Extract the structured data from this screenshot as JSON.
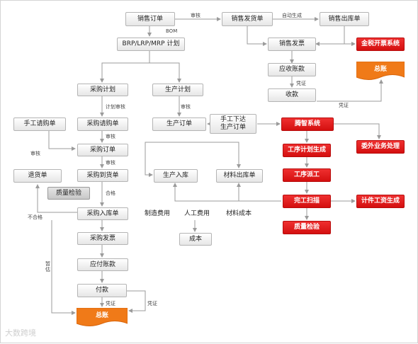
{
  "nodes": {
    "sales_order": "销售订单",
    "sales_delivery": "销售发货单",
    "sales_outbound": "销售出库单",
    "brp_plan": "BRP/LRP/MRP 计划",
    "sales_invoice": "销售发票",
    "tax_system": "金税开票系统",
    "receivable": "应收账款",
    "ledger_right": "总账",
    "collection": "收款",
    "purchase_plan": "采购计划",
    "production_plan": "生产计划",
    "manual_request": "手工请购单",
    "purchase_request": "采购请购单",
    "production_order": "生产订单",
    "manual_production_order": "手工下达\n生产订单",
    "tengzhi_system": "腾智系统",
    "outsourcing": "委外业务处理",
    "purchase_order": "采购订单",
    "process_plan": "工序计划生成",
    "return_note": "退货单",
    "purchase_arrival": "采购到货单",
    "production_inbound": "生产入库",
    "material_outbound": "材料出库单",
    "process_dispatch": "工序派工",
    "quality_check_left": "质量检验",
    "completion_scan": "完工扫描",
    "piece_wage": "计件工资生成",
    "purchase_inbound": "采购入库单",
    "manufacturing_cost": "制造费用",
    "labor_cost": "人工费用",
    "material_cost": "材料成本",
    "quality_check_right": "质量检验",
    "cost": "成本",
    "purchase_invoice": "采购发票",
    "payable": "应付账款",
    "payment": "付款",
    "ledger_bottom": "总账"
  },
  "labels": {
    "review_top": "审核",
    "auto_generate": "自动生成",
    "bom": "BOM",
    "voucher_invoice": "凭证",
    "voucher_collection": "凭证",
    "plan_review": "计划审核",
    "review_production": "审核",
    "review_request": "审核",
    "review_manual": "审核",
    "review_order": "审核",
    "qualified": "合格",
    "unqualified": "不合格",
    "estimate": "暂估",
    "voucher_payment": "凭证",
    "voucher_right": "凭证"
  },
  "watermark": "大数跨境",
  "colors": {
    "accent_red": "#e31b1b",
    "ledger_orange": "#f07a18",
    "line": "#9b9b9b"
  }
}
